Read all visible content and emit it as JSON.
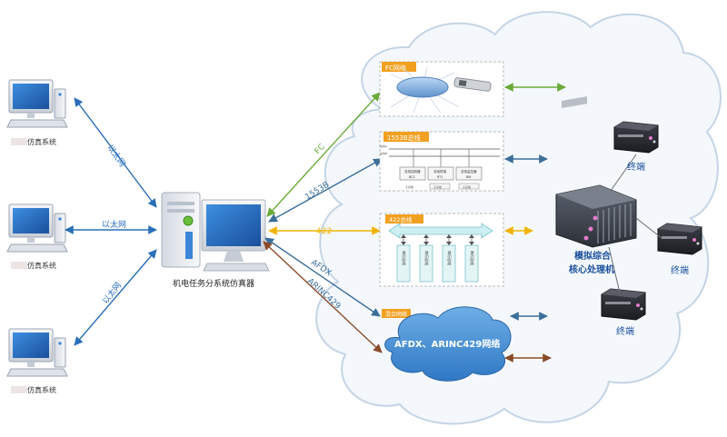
{
  "colors": {
    "ethernet": "#2a6fb8",
    "fc": "#6aaa3a",
    "bus1553": "#3c6e9a",
    "rs422": "#f0b400",
    "afdx": "#8a4b2a",
    "cloud_fill": "#f4f8fd",
    "cloud_stroke": "#c4d4e6",
    "inner_cloud": "#4a8fd0",
    "label_fill": "#f2a020",
    "label_text": "#ffffff"
  },
  "sim_systems": [
    {
      "label": "仿真系统"
    },
    {
      "label": "仿真系统"
    },
    {
      "label": "仿真系统"
    }
  ],
  "ethernet_links": [
    "以太网",
    "以太网",
    "以太网"
  ],
  "host": {
    "label": "机电任务分系统仿真器"
  },
  "bus_links": {
    "fc": "FC",
    "bus1553": "1553B",
    "rs422": "422",
    "afdx": "AFDX",
    "arinc": "ARINC429"
  },
  "panels": {
    "fc": {
      "title": "FC网络"
    },
    "bus1553": {
      "title": "1553B总线",
      "line_a": "总线A",
      "line_b": "总线B",
      "boxes": [
        {
          "line1": "总线控制器",
          "line2": "BC1"
        },
        {
          "line1": "总线终端",
          "line2": "RT1"
        },
        {
          "line1": "总线监控器",
          "line2": "BM"
        }
      ],
      "subboxes": [
        "子系统",
        "子系统",
        "子系统"
      ]
    },
    "rs422": {
      "title": "422总线",
      "columns": [
        "串行总线",
        "串行总线",
        "串行总线",
        "串行总线"
      ]
    },
    "afdx": {
      "title": "混合网络",
      "cloud_label": "AFDX、ARINC429网络"
    }
  },
  "core": {
    "line1": "模拟综合",
    "line2": "核心处理机"
  },
  "terminals": [
    {
      "label": "终端"
    },
    {
      "label": "终端"
    },
    {
      "label": "终端"
    }
  ]
}
